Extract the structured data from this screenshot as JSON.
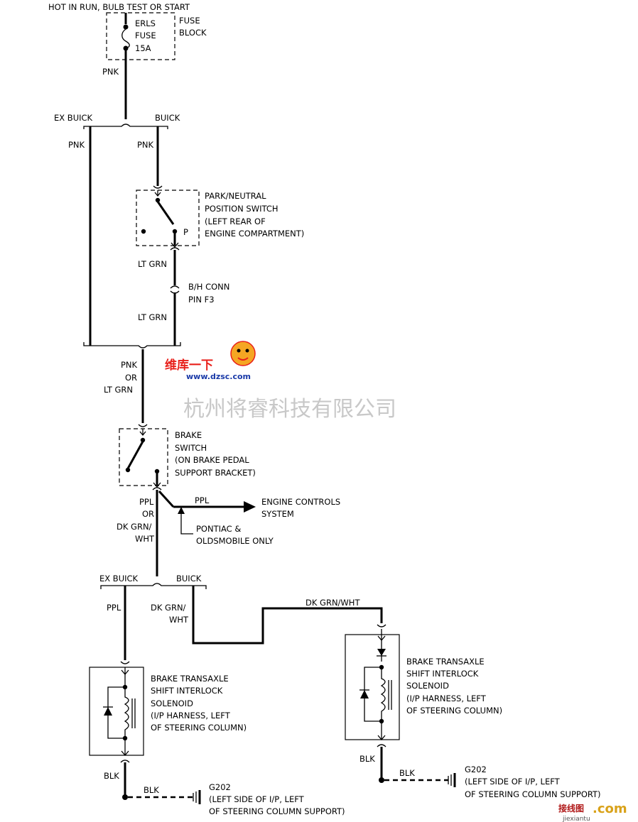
{
  "labels": {
    "hot_in_run": "HOT IN RUN, BULB TEST OR START",
    "fuse_block_1": "FUSE",
    "fuse_block_2": "BLOCK",
    "fuse_name_1": "ERLS",
    "fuse_name_2": "FUSE",
    "fuse_rating": "15A",
    "pnk_top": "PNK",
    "ex_buick_top": "EX BUICK",
    "buick_top": "BUICK",
    "pnk_left": "PNK",
    "pnk_right": "PNK",
    "pn_switch_1": "PARK/NEUTRAL",
    "pn_switch_2": "POSITION SWITCH",
    "pn_switch_3": "(LEFT REAR OF",
    "pn_switch_4": "ENGINE COMPARTMENT)",
    "pn_p": "P",
    "lt_grn_1": "LT GRN",
    "bh_conn_1": "B/H CONN",
    "bh_conn_2": "PIN F3",
    "lt_grn_2": "LT GRN",
    "pnk_or_1": "PNK",
    "pnk_or_2": "OR",
    "pnk_or_3": "LT GRN",
    "brake_sw_1": "BRAKE",
    "brake_sw_2": "SWITCH",
    "brake_sw_3": "(ON BRAKE PEDAL",
    "brake_sw_4": "SUPPORT BRACKET)",
    "ppl_or_1": "PPL",
    "ppl_or_2": "OR",
    "ppl_or_3": "DK GRN/",
    "ppl_or_4": "WHT",
    "ppl_engine": "PPL",
    "engine_1": "ENGINE CONTROLS",
    "engine_2": "SYSTEM",
    "pontiac_1": "PONTIAC &",
    "pontiac_2": "OLDSMOBILE ONLY",
    "ex_buick_bot": "EX BUICK",
    "buick_bot": "BUICK",
    "ppl_left": "PPL",
    "dkgrn_mid_1": "DK GRN/",
    "dkgrn_mid_2": "WHT",
    "dkgrn_top": "DK GRN/WHT",
    "sol_left_1": "BRAKE TRANSAXLE",
    "sol_left_2": "SHIFT INTERLOCK",
    "sol_left_3": "SOLENOID",
    "sol_left_4": "(I/P HARNESS, LEFT",
    "sol_left_5": "OF STEERING COLUMN)",
    "sol_right_1": "BRAKE TRANSAXLE",
    "sol_right_2": "SHIFT INTERLOCK",
    "sol_right_3": "SOLENOID",
    "sol_right_4": "(I/P HARNESS, LEFT",
    "sol_right_5": "OF STEERING COLUMN)",
    "blk_left_v": "BLK",
    "blk_left_h": "BLK",
    "g202_left_1": "G202",
    "g202_left_2": "(LEFT SIDE OF I/P, LEFT",
    "g202_left_3": "OF STEERING COLUMN SUPPORT)",
    "blk_right_v": "BLK",
    "blk_right_h": "BLK",
    "g202_right_1": "G202",
    "g202_right_2": "(LEFT SIDE OF I/P, LEFT",
    "g202_right_3": "OF STEERING COLUMN SUPPORT)"
  },
  "watermarks": {
    "company": "杭州将睿科技有限公司",
    "logo_cn": "维库一下",
    "logo_url": "www.dzsc.com",
    "corner_cn": "接线图",
    "corner_com": ".com",
    "corner_small": "jiexiantu"
  }
}
